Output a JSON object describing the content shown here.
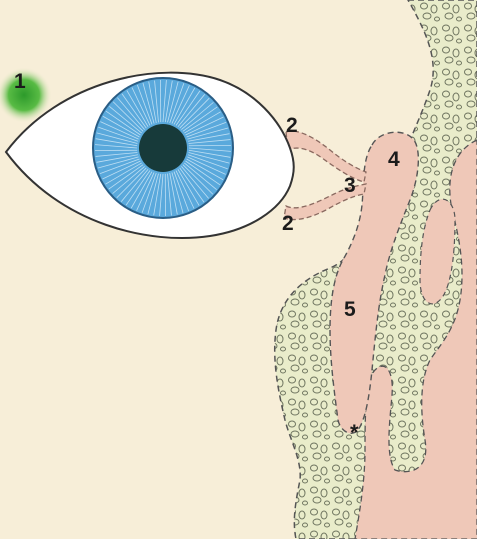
{
  "labels": {
    "tear_gland": "1",
    "punctum_upper": "2",
    "punctum_lower": "2",
    "canaliculus_junction": "3",
    "lacrimal_sac": "4",
    "nasolacrimal_duct": "5",
    "duct_opening_marker": "*"
  },
  "colors": {
    "background": "#f7eed8",
    "iris": "#5aa9dc",
    "pupil": "#173a3a",
    "tissue": "#efc8b8",
    "gland": "#3fae3a",
    "bone": "#e7eac2"
  }
}
